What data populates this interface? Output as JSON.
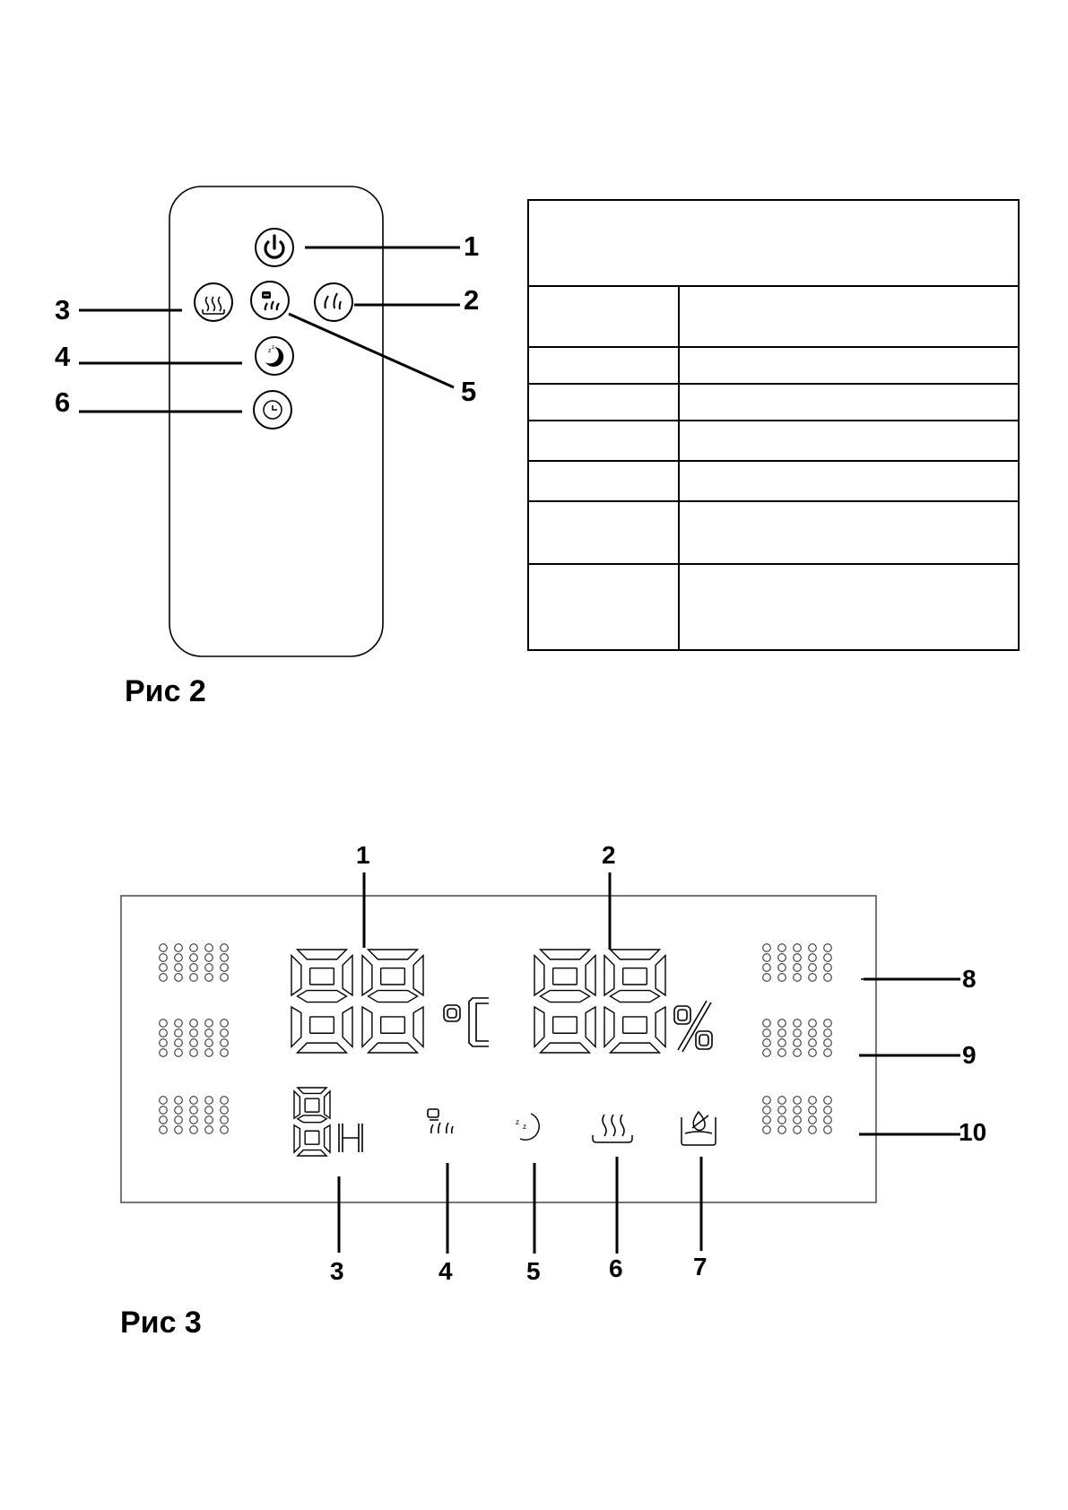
{
  "figure2": {
    "caption": "Рис 2",
    "callouts": [
      "1",
      "2",
      "3",
      "4",
      "5",
      "6"
    ],
    "buttons": [
      {
        "number": "1",
        "icon": "power-icon"
      },
      {
        "number": "2",
        "icon": "water-drops-icon"
      },
      {
        "number": "3",
        "icon": "heat-steam-icon"
      },
      {
        "number": "4",
        "icon": "sleep-moon-icon"
      },
      {
        "number": "5",
        "icon": "humidity-mode-icon"
      },
      {
        "number": "6",
        "icon": "timer-clock-icon"
      }
    ]
  },
  "empty_table": {
    "header_rows": 1,
    "body_rows": 7,
    "columns": 2
  },
  "figure3": {
    "caption": "Рис 3",
    "callouts": [
      "1",
      "2",
      "3",
      "4",
      "5",
      "6",
      "7",
      "8",
      "9",
      "10"
    ],
    "display": {
      "temperature_digits": "88",
      "temperature_unit": "°C",
      "humidity_digits": "88",
      "humidity_unit": "%",
      "timer_digit": "8",
      "timer_unit": "H",
      "indicators": [
        "humidity-mode-icon",
        "sleep-moon-icon",
        "heat-steam-icon",
        "water-tank-icon"
      ]
    }
  }
}
